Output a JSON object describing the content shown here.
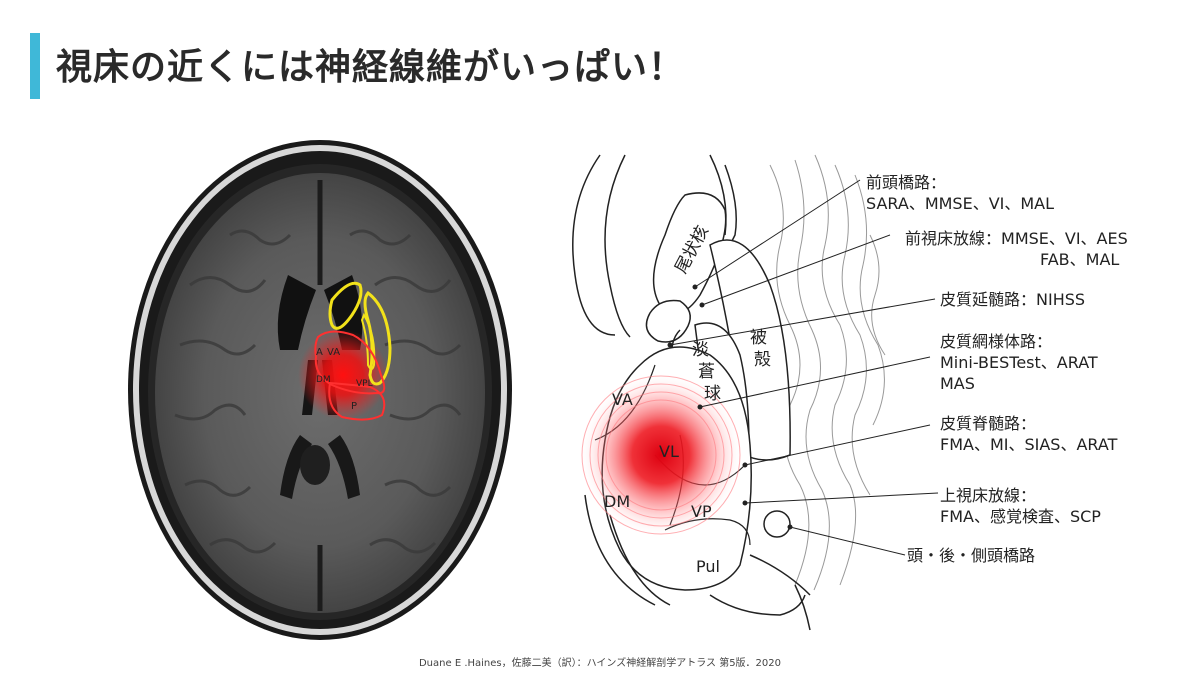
{
  "title": "視床の近くには神経線維がいっぱい！",
  "colors": {
    "accent": "#3fb8d8",
    "lesion": "#e0101a",
    "highlight_yellow": "#f2e21a"
  },
  "mri": {
    "labels": {
      "va": "VA",
      "a": "A",
      "dm": "DM",
      "vpl": "VPL",
      "p": "P"
    }
  },
  "diagram": {
    "structures": {
      "caudate": "尾状核",
      "pallidum": "淡蒼球",
      "putamen": "被殻",
      "va": "VA",
      "vl": "VL",
      "dm": "DM",
      "vp": "VP",
      "pul": "Pul"
    },
    "tracts": [
      {
        "name": "前頭橋路：",
        "tests": "SARA、MMSE、VI、MAL"
      },
      {
        "name": "前視床放線：",
        "tests": "MMSE、VI、AES",
        "tests2": "FAB、MAL"
      },
      {
        "name": "皮質延髄路：",
        "tests": "NIHSS"
      },
      {
        "name": "皮質網様体路：",
        "tests": "Mini-BESTest、ARAT",
        "tests2": "MAS"
      },
      {
        "name": "皮質脊髄路：",
        "tests": "FMA、MI、SIAS、ARAT"
      },
      {
        "name": "上視床放線：",
        "tests": "FMA、感覚検査、SCP"
      },
      {
        "name": "頭・後・側頭橋路",
        "tests": ""
      }
    ]
  },
  "citation": "Duane E .Haines，佐藤二美（訳）：ハインズ神経解剖学アトラス 第5版．2020"
}
